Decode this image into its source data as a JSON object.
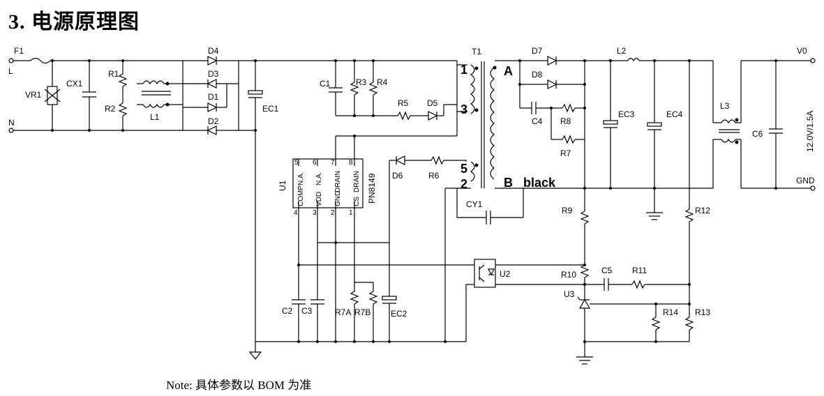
{
  "title": "3. 电源原理图",
  "note": "Note: 具体参数以 BOM 为准",
  "labels": {
    "F1": "F1",
    "L": "L",
    "N": "N",
    "VR1": "VR1",
    "CX1": "CX1",
    "R1": "R1",
    "R2": "R2",
    "L1": "L1",
    "D1": "D1",
    "D2": "D2",
    "D3": "D3",
    "D4": "D4",
    "EC1": "EC1",
    "C1": "C1",
    "R3": "R3",
    "R4": "R4",
    "R5": "R5",
    "D5": "D5",
    "T1": "T1",
    "D6": "D6",
    "R6": "R6",
    "U1": "U1",
    "PN8149": "PN8149",
    "D7": "D7",
    "D8": "D8",
    "C4": "C4",
    "R8": "R8",
    "R7": "R7",
    "L2": "L2",
    "EC3": "EC3",
    "EC4": "EC4",
    "L3": "L3",
    "C6": "C6",
    "V0": "V0",
    "GND": "GND",
    "rating": "12.0V/1.5A",
    "CY1": "CY1",
    "R9": "R9",
    "R12": "R12",
    "R10": "R10",
    "U2": "U2",
    "C5": "C5",
    "R11": "R11",
    "U3": "U3",
    "R14": "R14",
    "R13": "R13",
    "C2": "C2",
    "C3": "C3",
    "R7A": "R7A",
    "R7B": "R7B",
    "EC2": "EC2"
  },
  "u1_pins": {
    "n5": "5",
    "n6": "6",
    "n7": "7",
    "n8": "8",
    "n4": "4",
    "n3": "3",
    "n2": "2",
    "n1": "1",
    "p5": "N.A.",
    "p6": "N.A.",
    "p7": "DRAIN",
    "p8": "DRAIN",
    "p4": "COMP",
    "p3": "VDD",
    "p2": "GND",
    "p1": "CS"
  },
  "transformer": {
    "w1": "1",
    "w3": "3",
    "w5": "5",
    "w2": "2",
    "A": "A",
    "B": "B",
    "black": "black"
  }
}
